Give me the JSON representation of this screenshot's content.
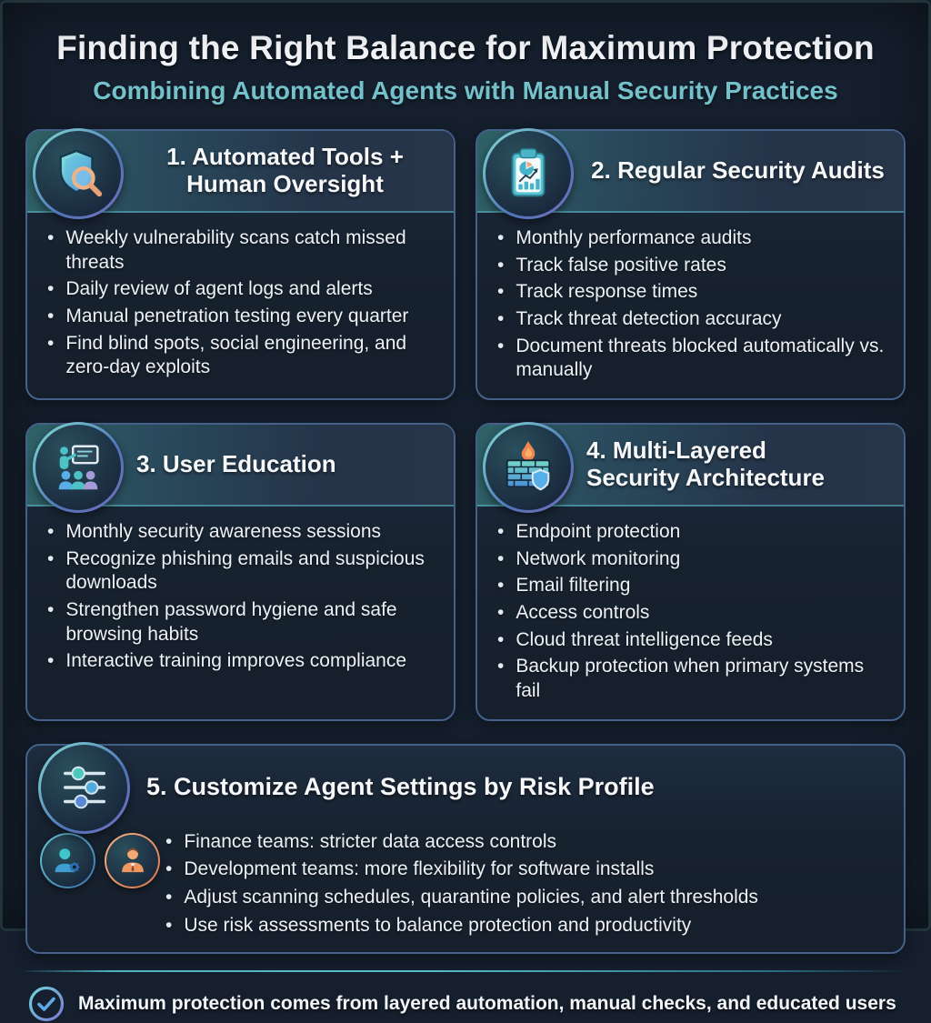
{
  "header": {
    "title": "Finding the Right Balance for Maximum Protection",
    "subtitle": "Combining Automated Agents with Manual Security Practices"
  },
  "cards": [
    {
      "title": "1. Automated Tools + Human Oversight",
      "title_lines": [
        "1. Automated Tools +",
        "Human Oversight"
      ],
      "icon": "shield-magnifier-icon",
      "bullets": [
        "Weekly vulnerability scans catch missed threats",
        "Daily review of agent logs and alerts",
        "Manual penetration testing every quarter",
        "Find blind spots, social engineering, and zero-day exploits"
      ]
    },
    {
      "title": "2. Regular Security Audits",
      "icon": "clipboard-chart-icon",
      "bullets": [
        "Monthly performance audits",
        "Track false positive rates",
        "Track response times",
        "Track threat detection accuracy",
        "Document threats blocked automatically vs. manually"
      ]
    },
    {
      "title": "3. User Education",
      "icon": "training-icon",
      "bullets": [
        "Monthly security awareness sessions",
        "Recognize phishing emails and suspicious downloads",
        "Strengthen password hygiene and safe browsing habits",
        "Interactive training improves compliance"
      ]
    },
    {
      "title": "4. Multi-Layered Security Architecture",
      "title_lines": [
        "4. Multi-Layered",
        "Security Architecture"
      ],
      "icon": "firewall-icon",
      "bullets": [
        "Endpoint protection",
        "Network monitoring",
        "Email filtering",
        "Access controls",
        "Cloud threat intelligence feeds",
        "Backup protection when primary systems fail"
      ]
    },
    {
      "title": "5. Customize Agent Settings by Risk Profile",
      "icon": "sliders-icon",
      "wide": true,
      "extra_icons": [
        "user-gear-icon",
        "businessman-icon"
      ],
      "bullets": [
        "Finance teams: stricter data access controls",
        "Development teams: more flexibility for software installs",
        "Adjust scanning schedules, quarantine policies, and alert thresholds",
        "Use risk assessments to balance protection and productivity"
      ]
    }
  ],
  "footer": {
    "icon": "check-icon",
    "text": "Maximum protection comes from layered automation, manual checks, and educated users"
  },
  "colors": {
    "background": "#151f2d",
    "card_body": "#17222f",
    "card_border": "#44618a",
    "header_gradient_start": "#2e6267",
    "header_gradient_end": "#273549",
    "accent_teal": "#74c0cb",
    "accent_orange": "#ee9a66",
    "text": "#eef3f7"
  }
}
